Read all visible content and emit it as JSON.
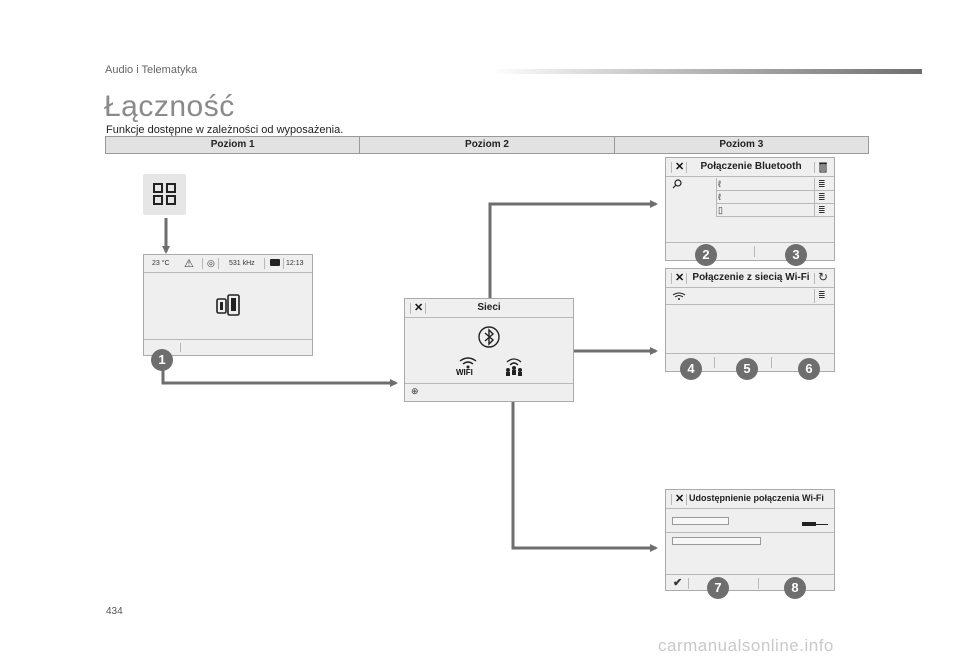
{
  "header": {
    "section_label": "Audio i Telematyka"
  },
  "page": {
    "title": "Łączność",
    "subtitle": "Funkcje dostępne w zależności od wyposażenia.",
    "page_number": "434"
  },
  "levels": {
    "level1": "Poziom 1",
    "level2": "Poziom 2",
    "level3": "Poziom 3"
  },
  "home_screen": {
    "temperature": "23 °C",
    "frequency": "531 kHz",
    "time": "12:13"
  },
  "networks_screen": {
    "title": "Sieci",
    "wifi_label": "WIFI"
  },
  "bluetooth_screen": {
    "title": "Połączenie Bluetooth"
  },
  "wifi_screen": {
    "title": "Połączenie z siecią Wi-Fi"
  },
  "hotspot_screen": {
    "title": "Udostępnienie połączenia Wi-Fi"
  },
  "callouts": {
    "n1": "1",
    "n2": "2",
    "n3": "3",
    "n4": "4",
    "n5": "5",
    "n6": "6",
    "n7": "7",
    "n8": "8"
  },
  "icons": {
    "apps": "grid-icon",
    "connectivity": "phone-pair-icon",
    "bluetooth": "bluetooth-icon",
    "wifi": "wifi-icon",
    "hotspot": "hotspot-icon",
    "close": "close-icon",
    "trash": "trash-icon",
    "refresh": "refresh-icon",
    "search": "search-icon",
    "check": "check-icon"
  },
  "colors": {
    "arrow": "#6e6e6e",
    "callout": "#6e6e6e",
    "panel": "#efefef"
  },
  "footer": {
    "watermark": "carmanualsonline.info"
  }
}
